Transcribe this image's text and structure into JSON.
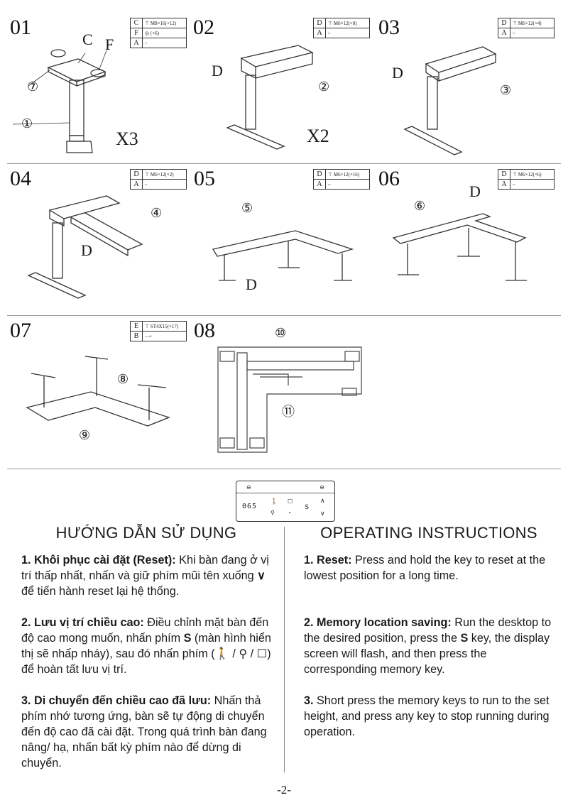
{
  "steps": [
    {
      "num": "01",
      "parts": [
        {
          "k": "C",
          "t": "M8×16(×12)"
        },
        {
          "k": "F",
          "t": "(×6)"
        },
        {
          "k": "A",
          "t": ""
        }
      ],
      "labels": {
        "c": "C",
        "f": "F",
        "p7": "⑦",
        "p1": "①"
      },
      "qty": "X3"
    },
    {
      "num": "02",
      "parts": [
        {
          "k": "D",
          "t": "M6×12(×8)"
        },
        {
          "k": "A",
          "t": ""
        }
      ],
      "labels": {
        "d": "D",
        "p2": "②"
      },
      "qty": "X2"
    },
    {
      "num": "03",
      "parts": [
        {
          "k": "D",
          "t": "M6×12(×4)"
        },
        {
          "k": "A",
          "t": ""
        }
      ],
      "labels": {
        "d": "D",
        "p3": "③"
      }
    },
    {
      "num": "04",
      "parts": [
        {
          "k": "D",
          "t": "M6×12(×2)"
        },
        {
          "k": "A",
          "t": ""
        }
      ],
      "labels": {
        "d": "D",
        "p4": "④"
      }
    },
    {
      "num": "05",
      "parts": [
        {
          "k": "D",
          "t": "M6×12(×16)"
        },
        {
          "k": "A",
          "t": ""
        }
      ],
      "labels": {
        "d": "D",
        "p5": "⑤"
      }
    },
    {
      "num": "06",
      "parts": [
        {
          "k": "D",
          "t": "M6×12(×6)"
        },
        {
          "k": "A",
          "t": ""
        }
      ],
      "labels": {
        "d": "D",
        "p6": "⑥"
      }
    },
    {
      "num": "07",
      "parts": [
        {
          "k": "E",
          "t": "ST4X15(×17)"
        },
        {
          "k": "B",
          "t": ""
        }
      ],
      "labels": {
        "p8": "⑧",
        "p9": "⑨"
      }
    },
    {
      "num": "08",
      "labels": {
        "p10": "⑩",
        "p11": "⑪"
      }
    }
  ],
  "control_panel": {
    "display": "065",
    "save_key": "S"
  },
  "vi": {
    "title": "HƯỚNG DẪN SỬ DỤNG",
    "p1_head": "1. Khôi phục cài đặt (Reset):",
    "p1_text_a": " Khi bàn đang ở vị trí thấp nhất, nhấn và giữ phím mũi tên xuống ",
    "p1_text_b": " để tiến hành reset lại hệ thống.",
    "p2_head": "2. Lưu vị trí chiều cao:",
    "p2_text_a": " Điều chỉnh mặt bàn đến độ cao mong muốn, nhấn phím ",
    "p2_key": "S",
    "p2_text_b": " (màn hình hiển thị sẽ nhấp nháy), sau đó nhấn phím (",
    "p2_sep": " / ",
    "p2_text_c": ") để hoàn tất lưu vị trí.",
    "p3_head": "3. Di chuyển đến chiều cao đã lưu:",
    "p3_text": " Nhấn thả phím nhớ tương ứng, bàn sẽ tự động di chuyển đến độ cao đã cài đặt. Trong quá trình bàn đang nâng/ hạ, nhấn bất kỳ phím nào để dừng di chuyển."
  },
  "en": {
    "title": "OPERATING INSTRUCTIONS",
    "p1_head": "1. Reset:",
    "p1_text": " Press and hold the key to reset at the lowest position for a long time.",
    "p2_head": "2. Memory location saving:",
    "p2_text_a": " Run the desktop to the desired position, press the ",
    "p2_key": "S",
    "p2_text_b": " key, the display screen will flash, and then press the corresponding memory key.",
    "p3_head": "3.",
    "p3_text": " Short press the memory keys to run to the set height, and press any key to stop running during operation."
  },
  "page_number": "-2-"
}
